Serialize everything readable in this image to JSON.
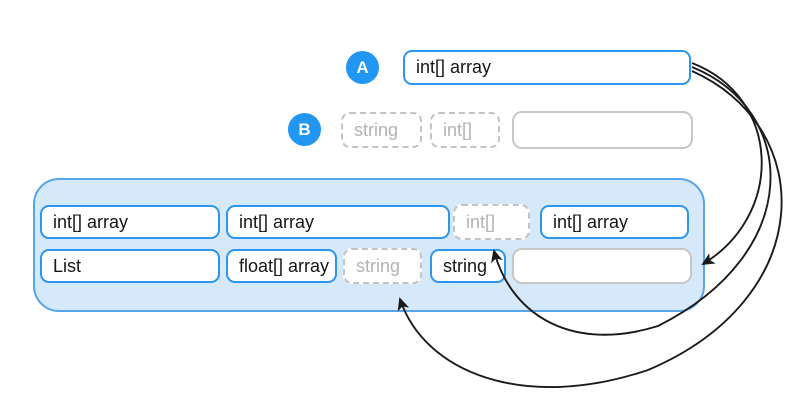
{
  "colors": {
    "accent_blue": "#2196F3",
    "pool_fill": "#d6e9fb",
    "pool_border": "#56a4e9",
    "slot_gray_border": "#c3c3c3",
    "slot_gray_text": "#b3b3b3",
    "arrow_black": "#1a1a1a"
  },
  "row_a": {
    "badge": "A",
    "box": "int[] array"
  },
  "row_b": {
    "badge": "B",
    "slot1": "string",
    "slot2": "int[]",
    "slot3": ""
  },
  "pool": {
    "row1": {
      "box1": "int[] array",
      "box2": "int[] array",
      "slot": "int[]",
      "box3": "int[] array"
    },
    "row2": {
      "box1": "List",
      "box2": "float[] array",
      "slot": "string",
      "box3": "string",
      "empty": ""
    }
  },
  "arrows": [
    {
      "from": "row-a-box",
      "to": "pool-row2-empty-slot"
    },
    {
      "from": "row-a-box",
      "to": "pool-row1-dashed-slot-int"
    },
    {
      "from": "row-a-box",
      "to": "pool-row2-dashed-slot-string"
    }
  ]
}
